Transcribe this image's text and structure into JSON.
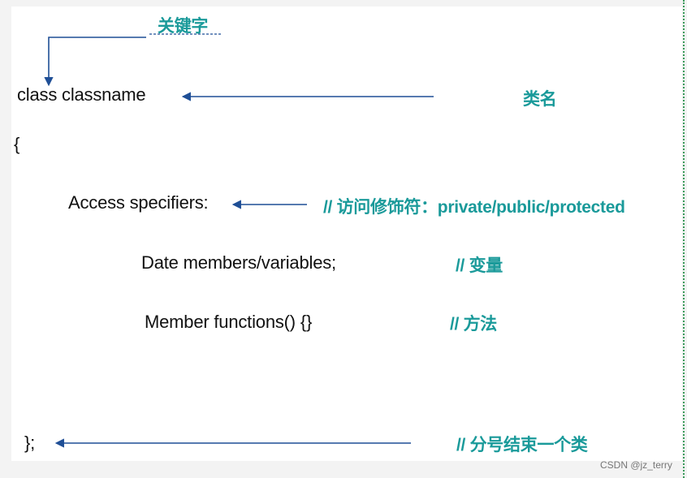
{
  "annotations": {
    "keyword": "关键字",
    "classname": "类名",
    "access": "// 访问修饰符：private/public/protected",
    "members": "// 变量",
    "functions": "// 方法",
    "end": "// 分号结束一个类"
  },
  "code": {
    "class_decl": "class classname",
    "open_brace": "{",
    "access": "Access specifiers:",
    "members": "Date members/variables;",
    "functions": "Member functions() {}",
    "close": "};"
  },
  "watermark": "CSDN @jz_terry",
  "colors": {
    "arrow": "#1f4f96",
    "annotation": "#1a9a9a",
    "dotted_border": "#3a9a5a"
  }
}
